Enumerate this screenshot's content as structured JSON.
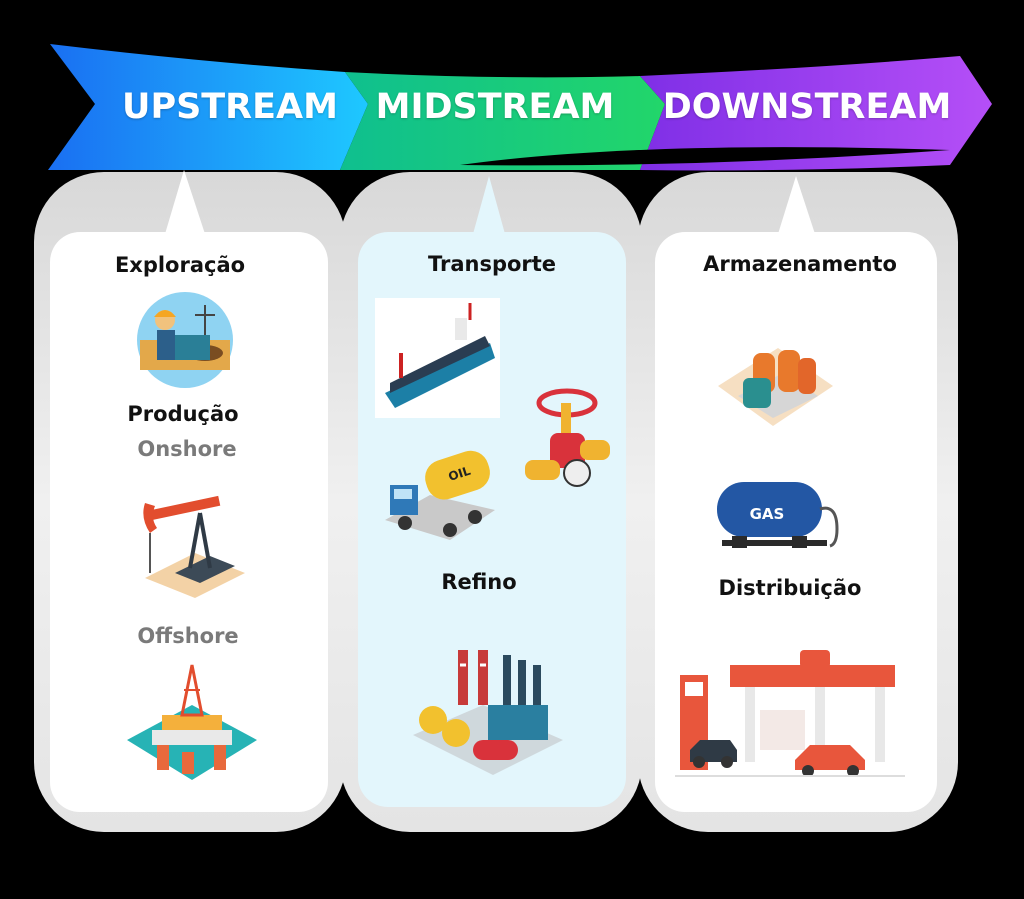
{
  "stages": [
    {
      "id": "upstream",
      "title": "UPSTREAM",
      "color_from": "#1a6ff2",
      "color_to": "#1ec0ff"
    },
    {
      "id": "midstream",
      "title": "MIDSTREAM",
      "color_from": "#12c98a",
      "color_to": "#1ed36a"
    },
    {
      "id": "downstream",
      "title": "DOWNSTREAM",
      "color_from": "#8b35e8",
      "color_to": "#b04cf5"
    }
  ],
  "upstream": {
    "exploracao": "Exploração",
    "producao": "Produção",
    "onshore": "Onshore",
    "offshore": "Offshore"
  },
  "midstream": {
    "transporte": "Transporte",
    "refino": "Refino",
    "truck_label": "OIL"
  },
  "downstream": {
    "armazenamento": "Armazenamento",
    "gas_label": "GAS",
    "distribuicao": "Distribuição"
  }
}
